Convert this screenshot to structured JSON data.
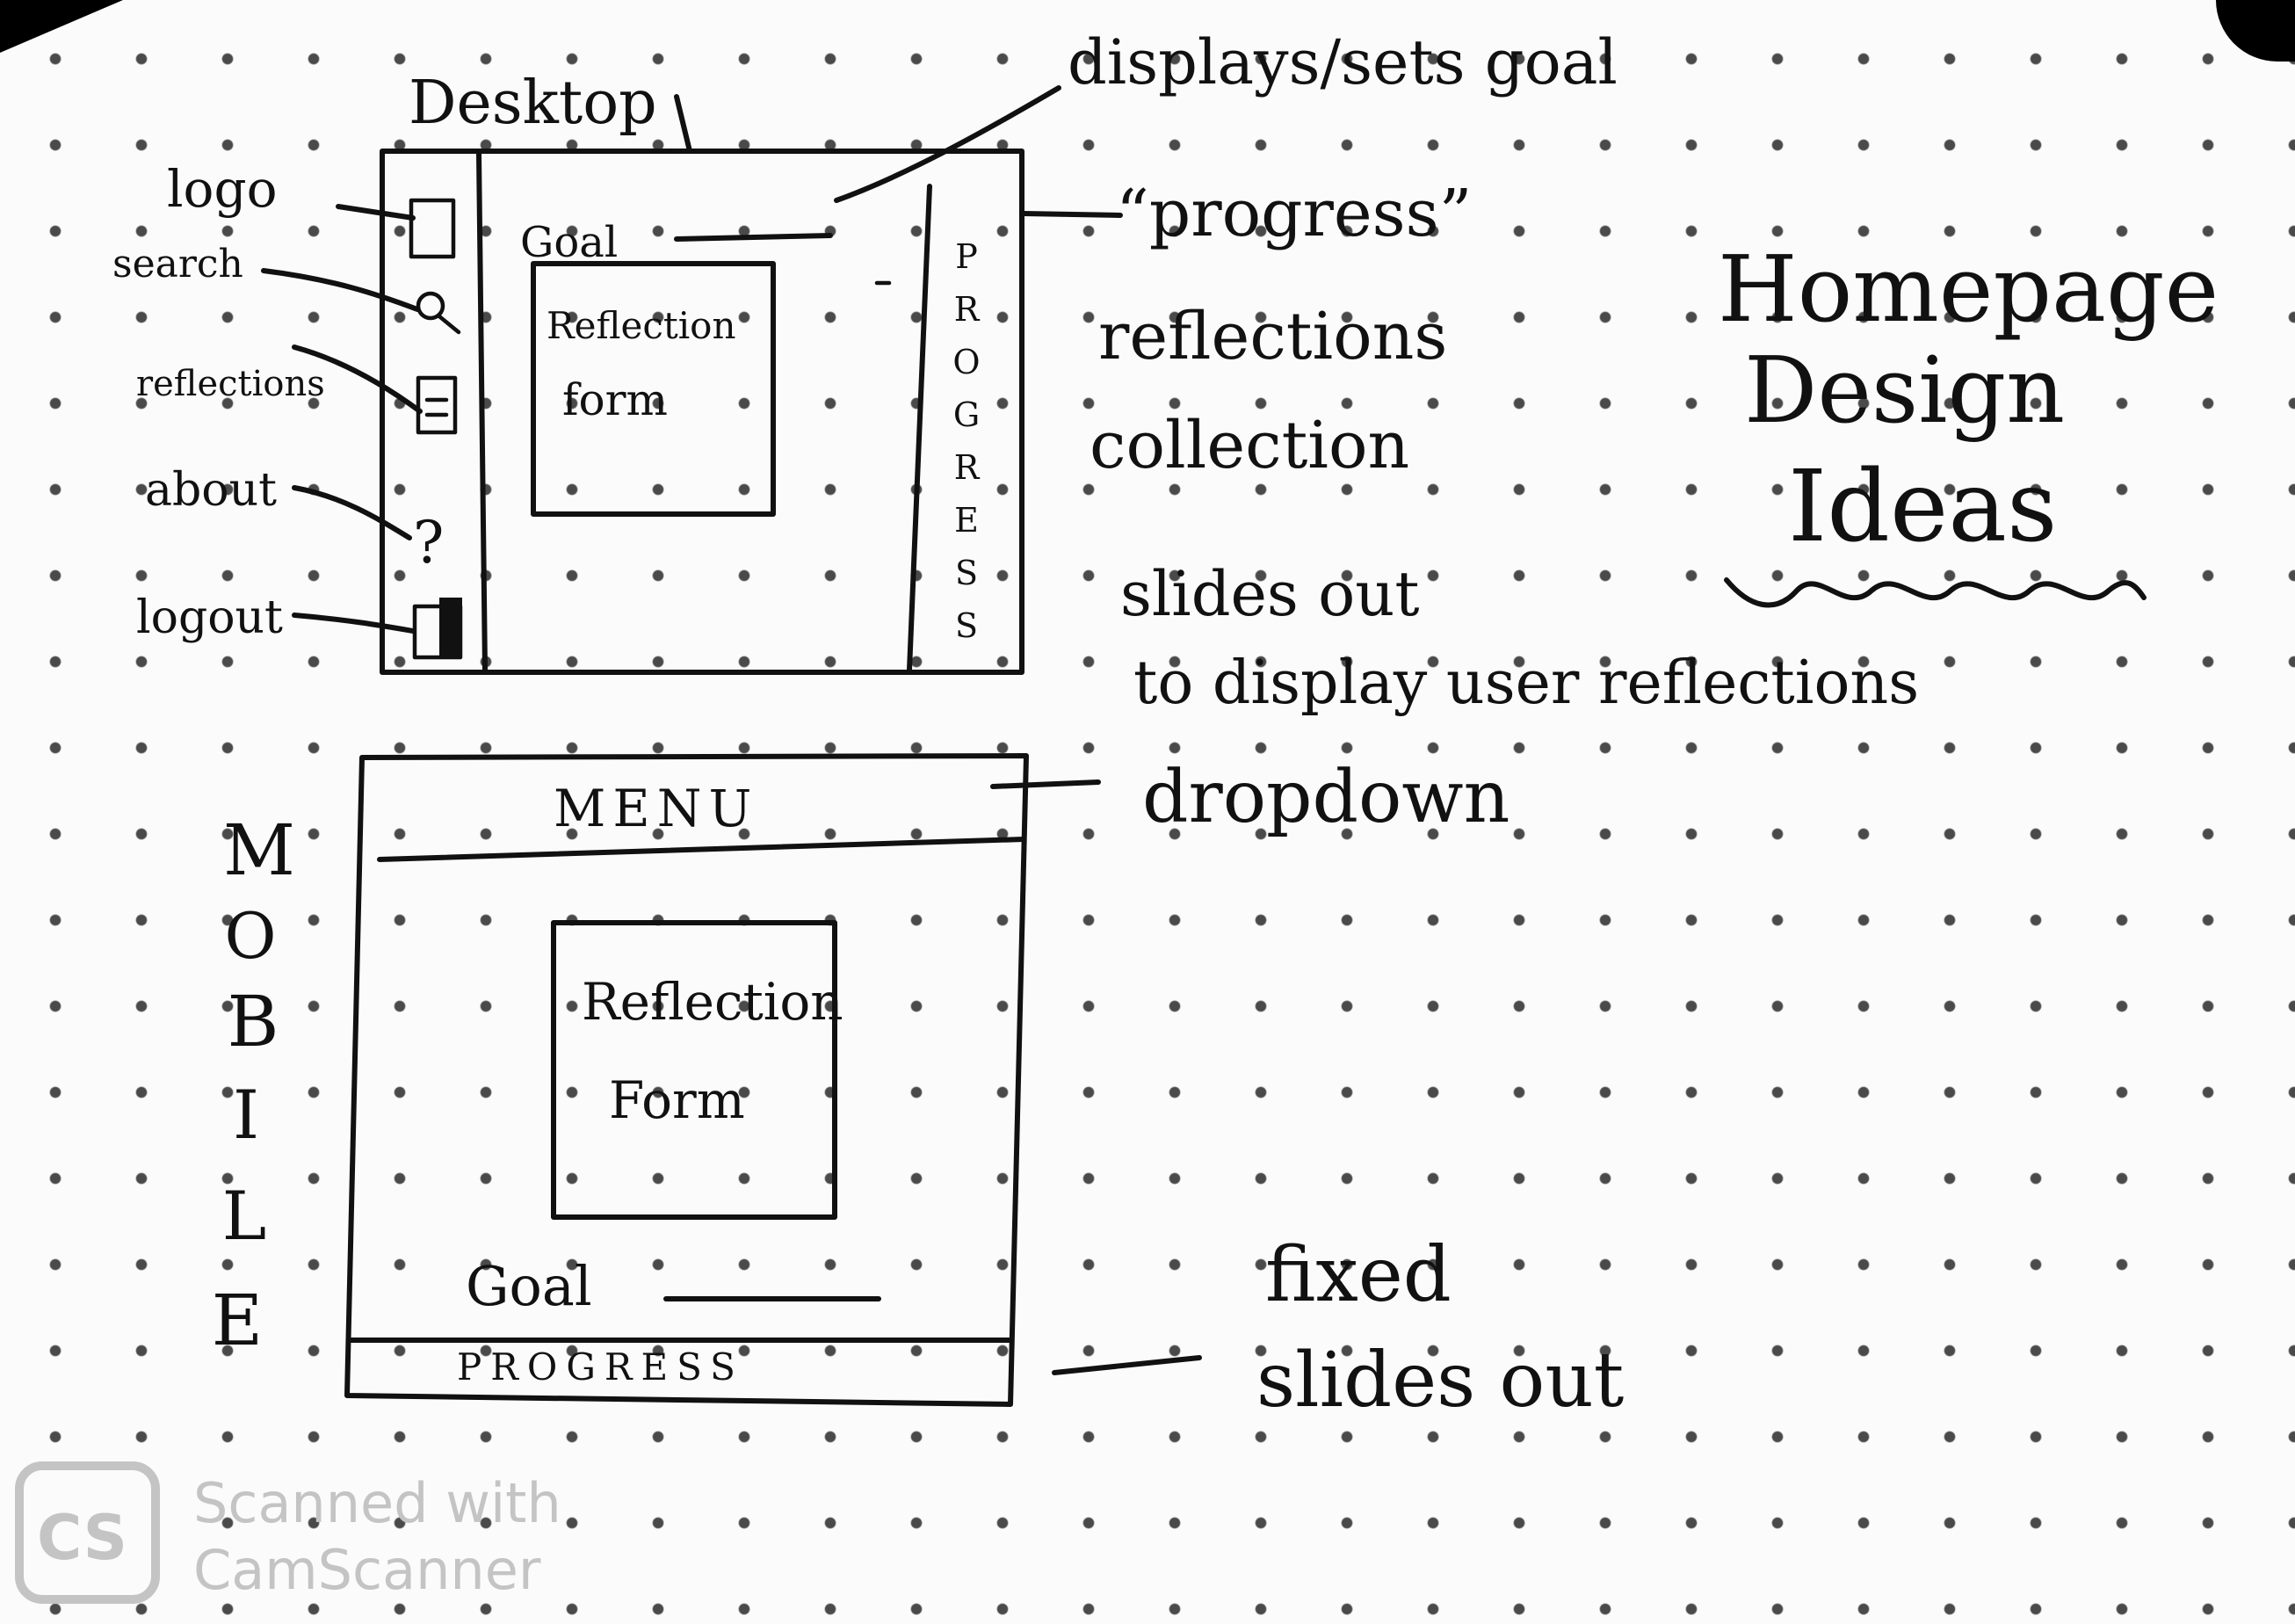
{
  "title": {
    "line1": "Homepage",
    "line2": "Design",
    "line3": "Ideas"
  },
  "desktop": {
    "label": "Desktop",
    "goal_label": "Goal",
    "form_line1": "Reflection",
    "form_line2": "form",
    "progress_letters": [
      "P",
      "R",
      "O",
      "G",
      "R",
      "E",
      "S",
      "S"
    ],
    "icons": [
      "logo-icon",
      "search-icon",
      "reflections-icon",
      "about-icon",
      "logout-icon"
    ]
  },
  "desktop_annotations": {
    "logo": "logo",
    "search": "search",
    "reflections": "reflections",
    "about": "about",
    "logout": "logout",
    "goal_note": "displays/sets goal",
    "progress_line1": "“progress”",
    "progress_line2": "reflections",
    "progress_line3": "collection",
    "progress_line4": "slides out",
    "progress_line5": "to display user reflections"
  },
  "mobile": {
    "vertical_letters": [
      "M",
      "O",
      "B",
      "I",
      "L",
      "E"
    ],
    "menu_label": "MENU",
    "form_line1": "Reflection",
    "form_line2": "Form",
    "goal_label": "Goal",
    "progress_label": "PROGRESS"
  },
  "mobile_annotations": {
    "menu_note": "dropdown",
    "progress_line1": "fixed",
    "progress_line2": "slides out"
  },
  "watermark": {
    "logo": "CS",
    "line1": "Scanned with",
    "line2": "CamScanner"
  }
}
